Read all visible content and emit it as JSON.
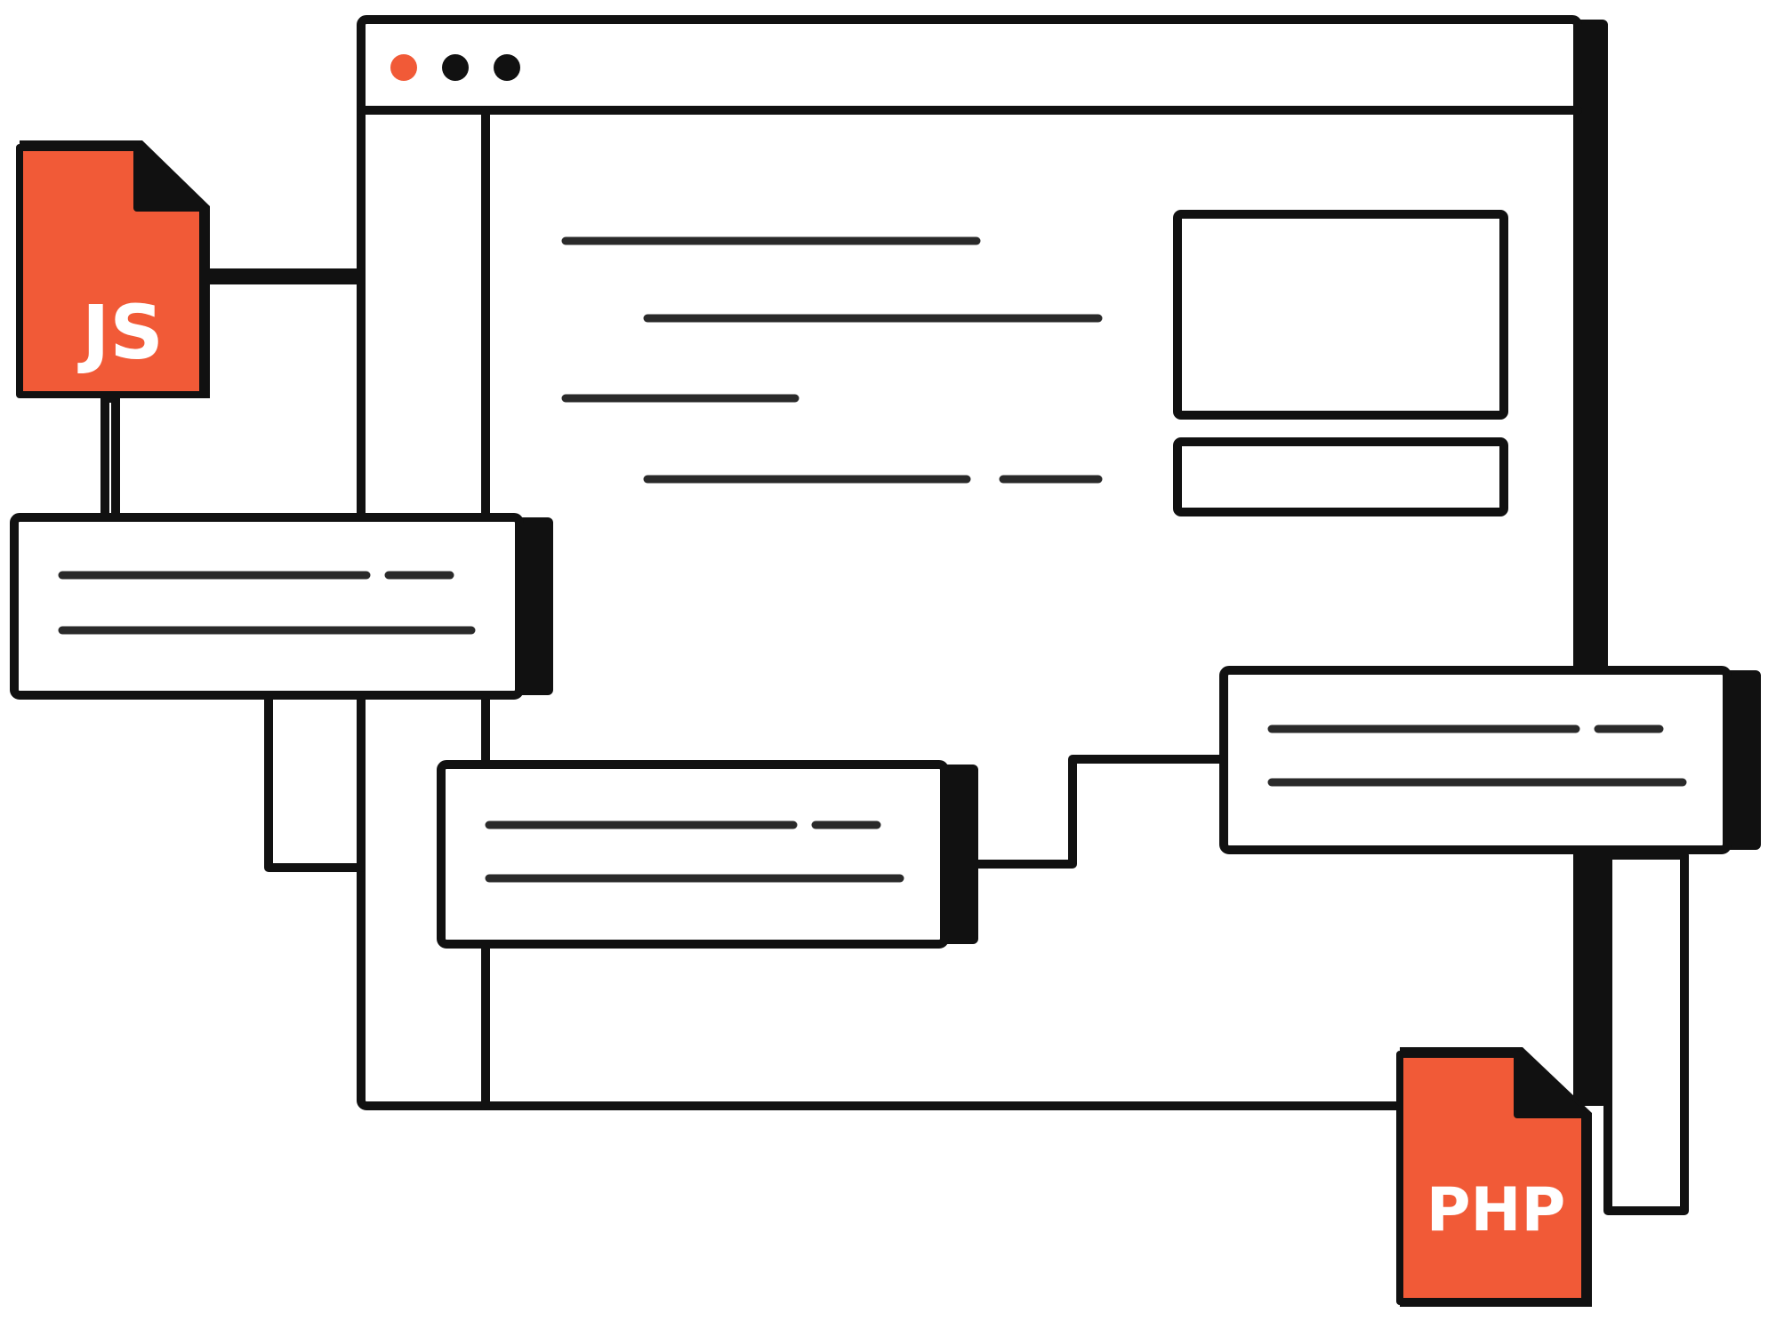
{
  "colors": {
    "outline": "#111111",
    "accent": "#F15A37",
    "surface": "#FFFFFF",
    "line": "#2A2A2A"
  },
  "window": {
    "controls": [
      {
        "name": "close-dot",
        "color": "#F15A37"
      },
      {
        "name": "minimize-dot",
        "color": "#111111"
      },
      {
        "name": "maximize-dot",
        "color": "#111111"
      }
    ]
  },
  "files": {
    "js": {
      "label": "JS",
      "icon": "js-file-icon"
    },
    "php": {
      "label": "PHP",
      "icon": "php-file-icon"
    }
  }
}
